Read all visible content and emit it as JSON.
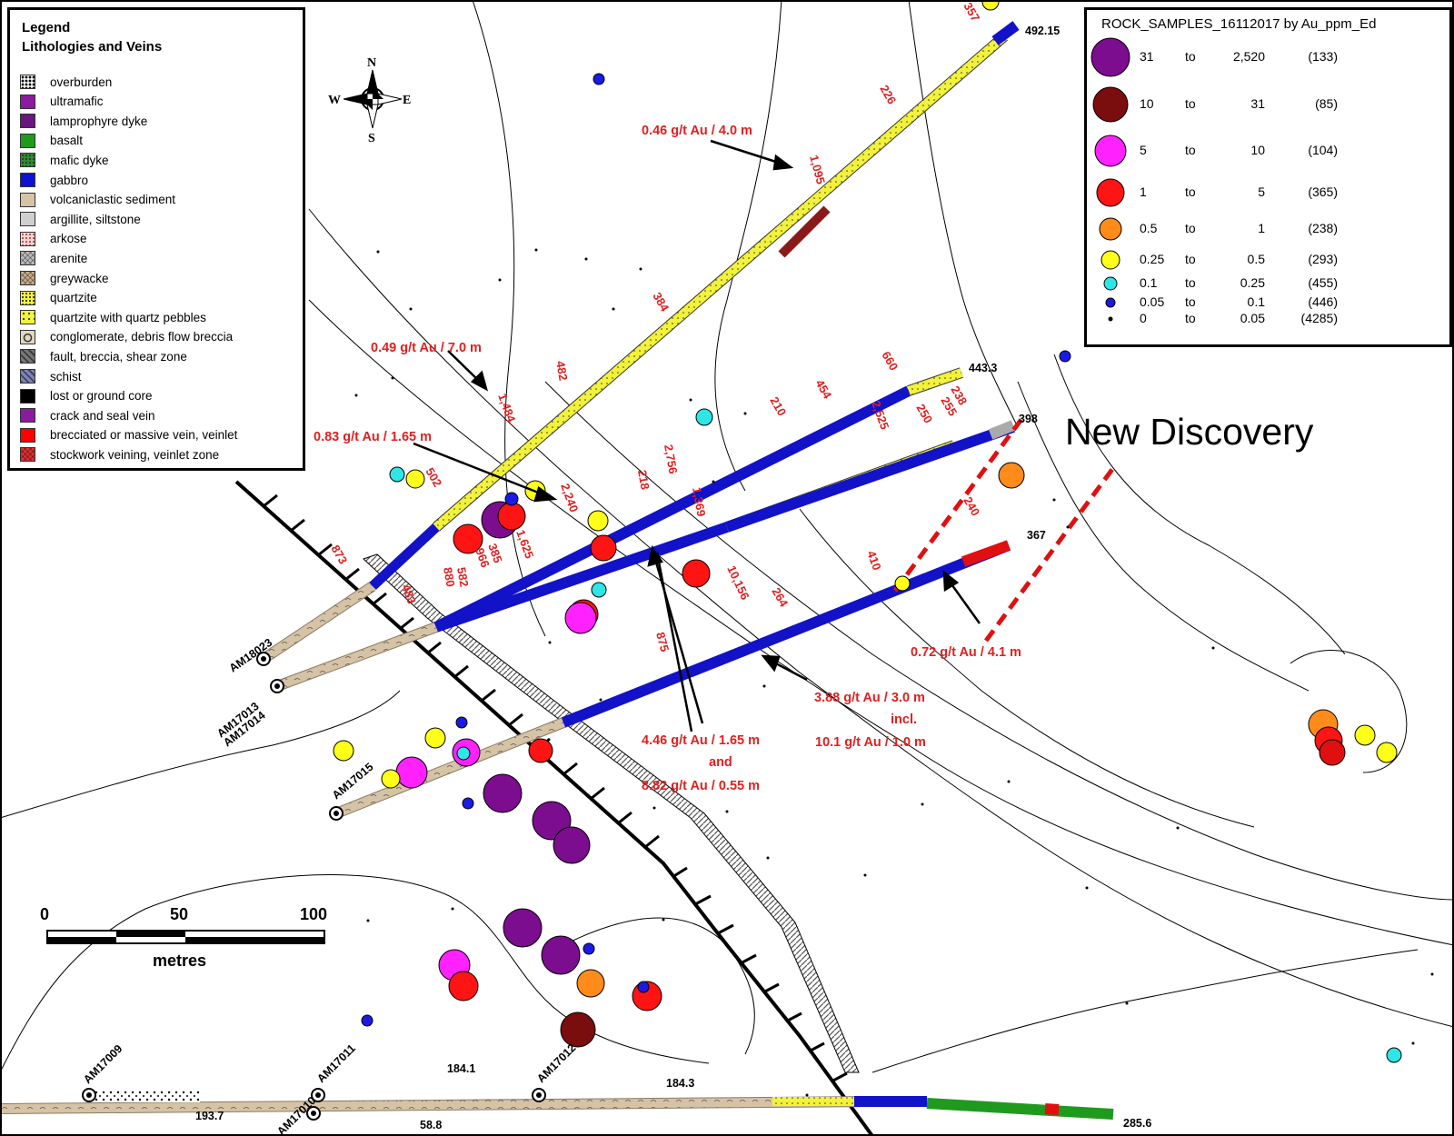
{
  "legend": {
    "title": "Legend",
    "subtitle": "Lithologies and Veins",
    "items": [
      {
        "label": "overburden",
        "color": "#ffffff",
        "pattern": "dots-black"
      },
      {
        "label": "ultramafic",
        "color": "#8b1a9e",
        "pattern": "solid"
      },
      {
        "label": "lamprophyre dyke",
        "color": "#6a1580",
        "pattern": "solid"
      },
      {
        "label": "basalt",
        "color": "#1f9a1f",
        "pattern": "solid"
      },
      {
        "label": "mafic dyke",
        "color": "#2e8b2e",
        "pattern": "dots"
      },
      {
        "label": "gabbro",
        "color": "#1010d0",
        "pattern": "solid"
      },
      {
        "label": "volcaniclastic sediment",
        "color": "#d6c3a5",
        "pattern": "solid"
      },
      {
        "label": "argillite, siltstone",
        "color": "#cfcfcf",
        "pattern": "solid"
      },
      {
        "label": "arkose",
        "color": "#f3d7d7",
        "pattern": "dots-red"
      },
      {
        "label": "arenite",
        "color": "#bdbdbd",
        "pattern": "cross"
      },
      {
        "label": "greywacke",
        "color": "#c8ae8e",
        "pattern": "cross"
      },
      {
        "label": "quartzite",
        "color": "#f2f23a",
        "pattern": "dots"
      },
      {
        "label": "quartzite with quartz pebbles",
        "color": "#f2f23a",
        "pattern": "dots-big"
      },
      {
        "label": "conglomerate, debris flow breccia",
        "color": "#e2d7c1",
        "pattern": "loop"
      },
      {
        "label": "fault, breccia, shear zone",
        "color": "#777777",
        "pattern": "hatch"
      },
      {
        "label": "schist",
        "color": "#7d84b8",
        "pattern": "hatch"
      },
      {
        "label": "lost or ground core",
        "color": "#000000",
        "pattern": "solid"
      },
      {
        "label": "crack and seal vein",
        "color": "#8b1a9e",
        "pattern": "solid"
      },
      {
        "label": "brecciated or massive vein, veinlet",
        "color": "#ff0000",
        "pattern": "solid"
      },
      {
        "label": "stockwork veining, veinlet zone",
        "color": "#e23030",
        "pattern": "cross"
      }
    ]
  },
  "rock_samples": {
    "title": "ROCK_SAMPLES_16112017 by Au_ppm_Ed",
    "classes": [
      {
        "from": "31",
        "to_word": "to",
        "to": "2,520",
        "count": "(133)",
        "color": "#7b0d8e",
        "r": 21
      },
      {
        "from": "10",
        "to_word": "to",
        "to": "31",
        "count": "(85)",
        "color": "#7a0d0d",
        "r": 19
      },
      {
        "from": "5",
        "to_word": "to",
        "to": "10",
        "count": "(104)",
        "color": "#ff22ff",
        "r": 17
      },
      {
        "from": "1",
        "to_word": "to",
        "to": "5",
        "count": "(365)",
        "color": "#ff1414",
        "r": 15
      },
      {
        "from": "0.5",
        "to_word": "to",
        "to": "1",
        "count": "(238)",
        "color": "#ff8c1a",
        "r": 12
      },
      {
        "from": "0.25",
        "to_word": "to",
        "to": "0.5",
        "count": "(293)",
        "color": "#ffff1a",
        "r": 10
      },
      {
        "from": "0.1",
        "to_word": "to",
        "to": "0.25",
        "count": "(455)",
        "color": "#2ee6e6",
        "r": 7
      },
      {
        "from": "0.05",
        "to_word": "to",
        "to": "0.1",
        "count": "(446)",
        "color": "#1a1ae6",
        "r": 5
      },
      {
        "from": "0",
        "to_word": "to",
        "to": "0.05",
        "count": "(4285)",
        "color": "#000000",
        "r": 2
      }
    ]
  },
  "north_arrow": {
    "n": "N",
    "s": "S",
    "e": "E",
    "w": "W"
  },
  "scale_bar": {
    "ticks": [
      "0",
      "50",
      "100"
    ],
    "unit": "metres"
  },
  "new_discovery": "New Discovery",
  "drill_holes": [
    {
      "id": "AM18023",
      "end_depth": "492.15"
    },
    {
      "id": "AM17013",
      "end_depth": "443.3"
    },
    {
      "id": "AM17014",
      "end_depth": "398"
    },
    {
      "id": "AM17015",
      "end_depth": "367"
    },
    {
      "id": "AM17009",
      "end_depth": "193.7"
    },
    {
      "id": "AM17011",
      "end_depth": "184.1"
    },
    {
      "id": "AM17012",
      "end_depth": "184.3"
    },
    {
      "id": "AM17010",
      "end_depth": "58.8"
    }
  ],
  "extra_labels": [
    "285.6"
  ],
  "intercepts": [
    {
      "text": "0.46 g/t Au / 4.0 m"
    },
    {
      "text": "0.49 g/t Au / 7.0 m"
    },
    {
      "text": "0.83 g/t Au / 1.65 m"
    },
    {
      "text": "0.72 g/t Au / 4.1 m"
    },
    {
      "text": "3.88 g/t Au / 3.0 m"
    },
    {
      "text": "incl."
    },
    {
      "text": "10.1 g/t Au / 1.0 m"
    },
    {
      "text": "4.46 g/t Au / 1.65 m"
    },
    {
      "text": "and"
    },
    {
      "text": "8.82 g/t Au / 0.55 m"
    }
  ],
  "assay_values": [
    "357",
    "226",
    "1,095",
    "384",
    "482",
    "1,484",
    "502",
    "873",
    "2,240",
    "218",
    "2,756",
    "1,369",
    "210",
    "454",
    "660",
    "2,525",
    "250",
    "255",
    "238",
    "240",
    "410",
    "264",
    "10,156",
    "875",
    "582",
    "880",
    "966",
    "385",
    "483",
    "1,625"
  ]
}
